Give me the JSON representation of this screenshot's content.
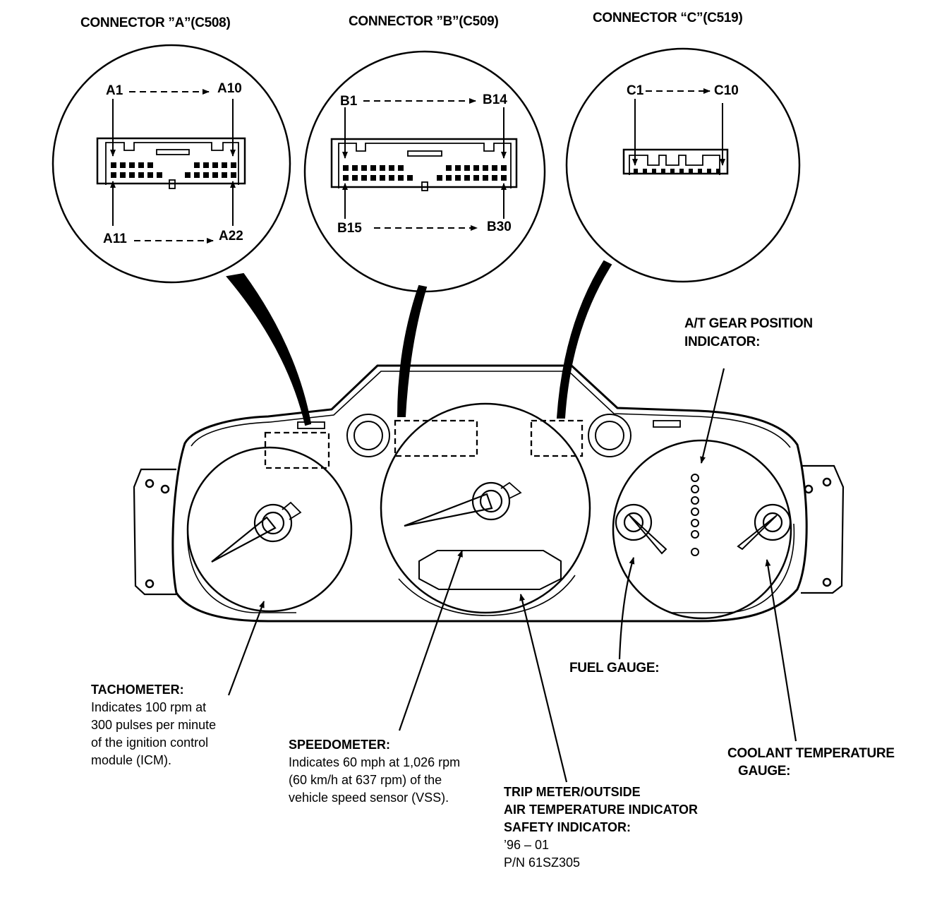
{
  "connectors": {
    "a": {
      "title": "CONNECTOR ”A”(C508)",
      "top_start": "A1",
      "top_end": "A10",
      "bottom_start": "A11",
      "bottom_end": "A22"
    },
    "b": {
      "title": "CONNECTOR ”B”(C509)",
      "top_start": "B1",
      "top_end": "B14",
      "bottom_start": "B15",
      "bottom_end": "B30"
    },
    "c": {
      "title": "CONNECTOR “C”(C519)",
      "top_start": "C1",
      "top_end": "C10"
    }
  },
  "callouts": {
    "gear_position": {
      "line1": "A/T GEAR POSITION",
      "line2": "INDICATOR:"
    },
    "fuel": {
      "title": "FUEL GAUGE:"
    },
    "coolant": {
      "line1": "COOLANT TEMPERATURE",
      "line2": "GAUGE:"
    },
    "tachometer": {
      "title": "TACHOMETER:",
      "lines": [
        "Indicates 100 rpm at",
        "300 pulses per minute",
        "of the ignition control",
        "module (ICM)."
      ]
    },
    "speedometer": {
      "title": "SPEEDOMETER:",
      "lines": [
        "Indicates 60 mph at 1,026 rpm",
        "(60 km/h at 637 rpm) of the",
        "vehicle speed sensor (VSS)."
      ]
    },
    "trip_meter": {
      "line1": "TRIP METER/OUTSIDE",
      "line2": "AIR TEMPERATURE INDICATOR",
      "line3": "SAFETY INDICATOR:",
      "years": "’96 – 01",
      "part_number": "P/N 61SZ305"
    }
  }
}
